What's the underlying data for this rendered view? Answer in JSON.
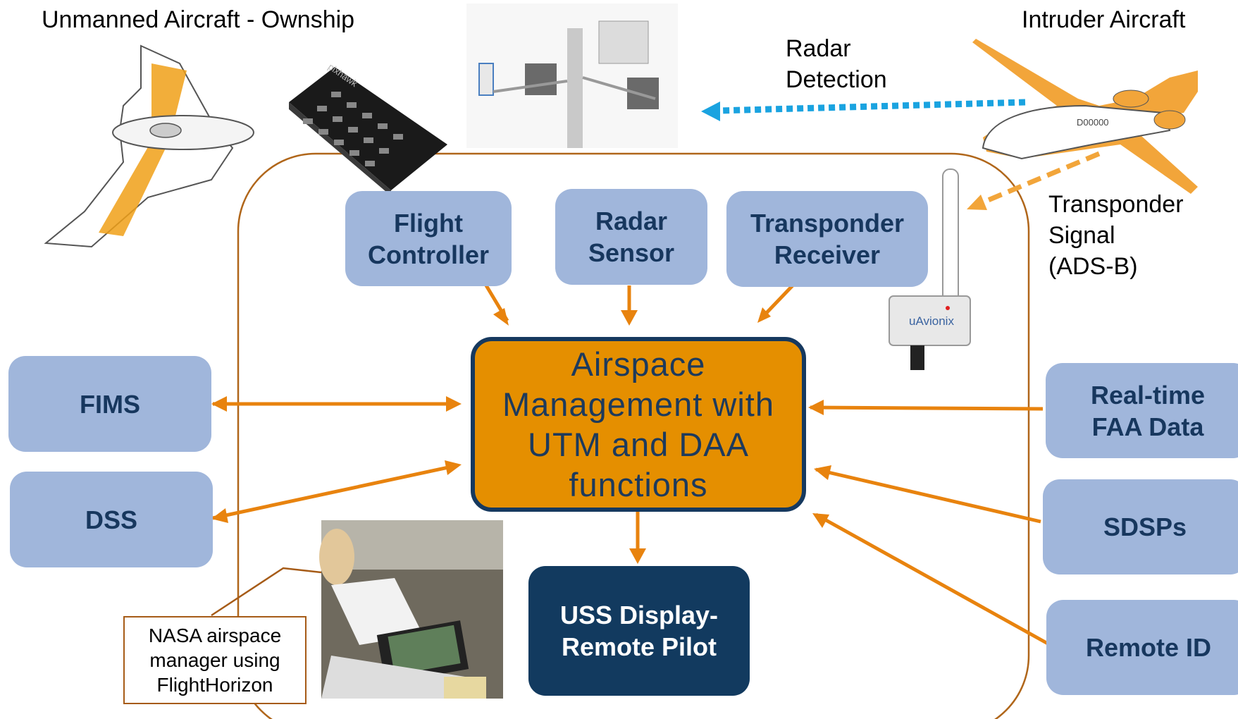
{
  "labels": {
    "ownship": "Unmanned Aircraft - Ownship",
    "intruder": "Intruder Aircraft",
    "radar_detection": "Radar\nDetection",
    "transponder_signal": "Transponder\nSignal\n(ADS-B)"
  },
  "boxes": {
    "flight_controller": "Flight\nController",
    "radar_sensor": "Radar\nSensor",
    "transponder_receiver": "Transponder\nReceiver",
    "hub": "Airspace\nManagement with\nUTM and DAA\nfunctions",
    "fims": "FIMS",
    "dss": "DSS",
    "realtime_faa": "Real-time\nFAA Data",
    "sdsps": "SDSPs",
    "remote_id": "Remote ID",
    "uss_display": "USS Display-\nRemote Pilot"
  },
  "callout": "NASA airspace\nmanager using\nFlightHorizon",
  "device_text": {
    "receiver_brand": "uAvionix",
    "controller_brand": "pixhawk",
    "intruder_reg": "D00000"
  },
  "colors": {
    "box_fill": "#a0b6db",
    "box_text": "#17375e",
    "hub_fill": "#e58f00",
    "navy": "#123a5f",
    "arrow": "#e8830e",
    "radar_arrow": "#1aa3e0",
    "enclosure": "#b0661a"
  },
  "icons": [
    "drone-icon",
    "flight-controller-icon",
    "radar-tower-icon",
    "jet-icon",
    "antenna-icon",
    "photo-icon"
  ]
}
